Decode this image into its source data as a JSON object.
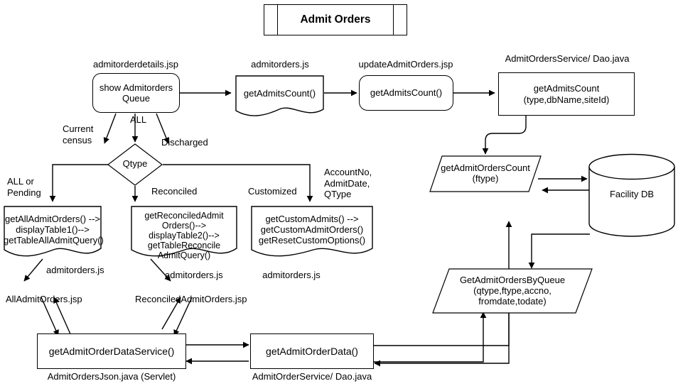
{
  "title": {
    "text": "Admit Orders"
  },
  "nodes": {
    "show_queue": {
      "label": "show Admitorders\nQueue",
      "caption": "admitorderdetails.jsp",
      "shape": "rounded-rect"
    },
    "get_admits_count_js": {
      "label": "getAdmitsCount()",
      "caption": "admitorders.js",
      "shape": "document"
    },
    "get_admits_count_jsp": {
      "label": "getAdmitsCount()",
      "caption": "updateAdmitOrders.jsp",
      "shape": "rounded-rect"
    },
    "get_admits_count_dao": {
      "label": "getAdmitsCount\n(type,dbName,siteId)",
      "caption": "AdmitOrdersService/ Dao.java",
      "shape": "rect"
    },
    "qtype": {
      "label": "Qtype",
      "shape": "diamond"
    },
    "get_admit_orders_count": {
      "label": "getAdmitOrdersCount\n(ftype)",
      "shape": "parallelogram"
    },
    "facility_db": {
      "label": "Facility DB",
      "shape": "cylinder"
    },
    "all_admit_orders": {
      "label": "getAllAdmitOrders() -->\ndisplayTable1()-->\ngetTableAllAdmitQuery()",
      "caption": "admitorders.js",
      "shape": "document"
    },
    "reconciled_admit_orders": {
      "label": "getReconciledAdmit\nOrders()--> displayTable2()-->\ngetTableReconcile\nAdmitQuery()",
      "caption": "admitorders.js",
      "shape": "document"
    },
    "custom_admits": {
      "label": "getCustomAdmits() -->\ngetCustomAdmitOrders()\ngetResetCustomOptions()",
      "caption": "admitorders.js",
      "shape": "document"
    },
    "all_admit_orders_jsp": {
      "label": "AllAdmitOrders.jsp",
      "shape": "text"
    },
    "reconciled_admit_orders_jsp": {
      "label": "ReconciledAdmitOrders.jsp",
      "shape": "text"
    },
    "get_admit_order_data_service": {
      "label": "getAdmitOrderDataService()",
      "caption": "AdmitOrdersJson.java (Servlet)",
      "shape": "rect"
    },
    "get_admit_order_data": {
      "label": "getAdmitOrderData()",
      "caption": "AdmitOrderService/ Dao.java",
      "shape": "rect"
    },
    "get_admit_orders_by_queue": {
      "label": "GetAdmitOrdersByQueue\n(qtype,ftype,accno,\nfromdate,todate)",
      "shape": "parallelogram"
    }
  },
  "edge_labels": {
    "current_census": "Current\ncensus",
    "all": "ALL",
    "discharged": "Discharged",
    "all_or_pending": "ALL or\nPending",
    "reconciled": "Reconciled",
    "customized": "Customized",
    "account_params": "AccountNo,\nAdmitDate,\nQType"
  },
  "colors": {
    "stroke": "#000000",
    "background": "#ffffff",
    "text": "#000000"
  }
}
